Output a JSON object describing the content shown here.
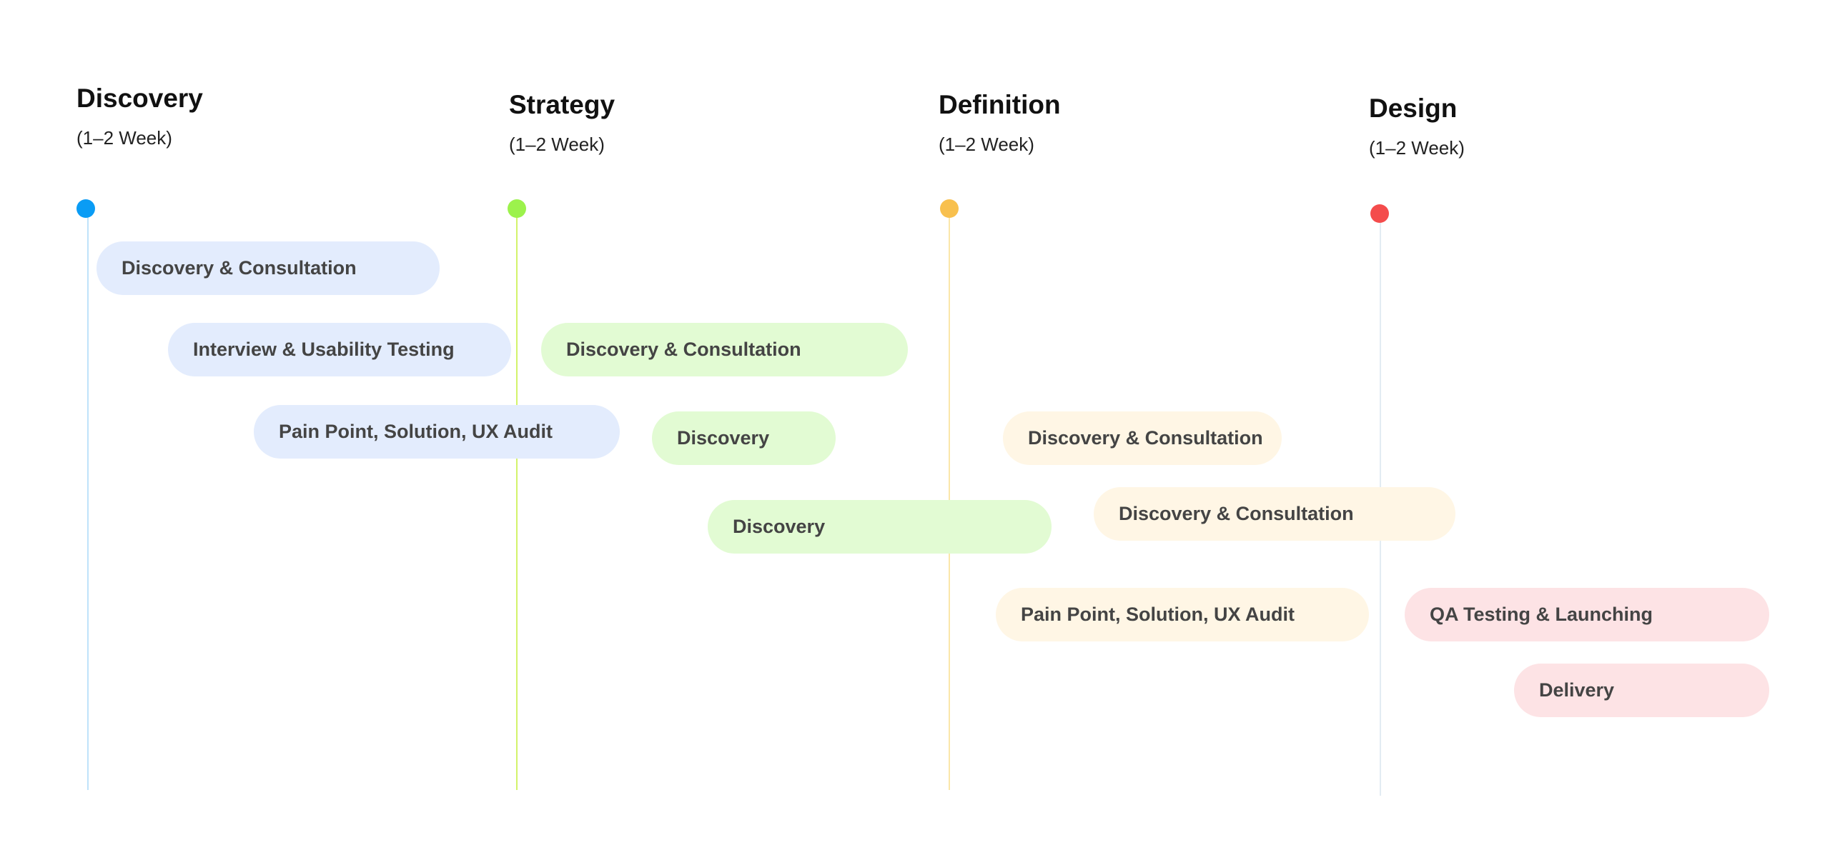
{
  "colors": {
    "discovery": {
      "dot": "#0a9cf5",
      "line": "#bfe3fa",
      "pill": "#e3ecfd"
    },
    "strategy": {
      "dot": "#9cf24c",
      "line": "#d3f36a",
      "pill": "#e2fbd3"
    },
    "definition": {
      "dot": "#f8c04e",
      "line": "#fbe7a9",
      "pill": "#fff6e5"
    },
    "design": {
      "dot": "#f44c4c",
      "line": "#e2ecf3",
      "pill": "#fde3e5"
    }
  },
  "phases": [
    {
      "title": "Discovery",
      "duration": "(1–2 Week)"
    },
    {
      "title": "Strategy",
      "duration": "(1–2 Week)"
    },
    {
      "title": "Definition",
      "duration": "(1–2 Week)"
    },
    {
      "title": "Design",
      "duration": "(1–2 Week)"
    }
  ],
  "tasks": [
    {
      "label": "Discovery & Consultation",
      "phase": "discovery"
    },
    {
      "label": "Interview & Usability Testing",
      "phase": "discovery"
    },
    {
      "label": "Pain Point, Solution, UX Audit",
      "phase": "discovery"
    },
    {
      "label": "Discovery & Consultation",
      "phase": "strategy"
    },
    {
      "label": "Discovery",
      "phase": "strategy"
    },
    {
      "label": "Discovery",
      "phase": "strategy"
    },
    {
      "label": "Discovery & Consultation",
      "phase": "definition"
    },
    {
      "label": "Discovery & Consultation",
      "phase": "definition"
    },
    {
      "label": "Pain Point, Solution, UX Audit",
      "phase": "definition"
    },
    {
      "label": "QA Testing & Launching",
      "phase": "design"
    },
    {
      "label": "Delivery",
      "phase": "design"
    }
  ]
}
